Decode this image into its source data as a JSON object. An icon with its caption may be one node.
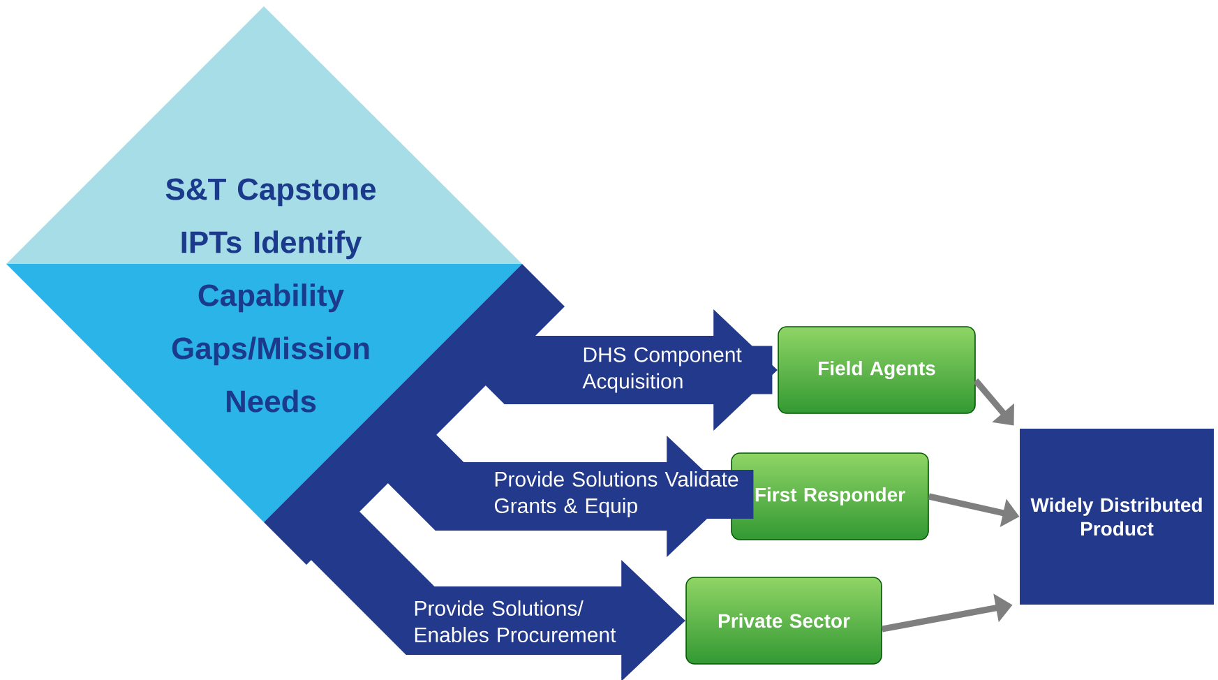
{
  "diagram": {
    "nodes": [
      {
        "text": [
          "S&T Capstone IPTs Identify Capability Gaps/Mission Needs"
        ]
      },
      {
        "text": [
          "Field Agents"
        ]
      },
      {
        "text": [
          "First Responder"
        ]
      },
      {
        "text": [
          "Private Sector"
        ]
      },
      {
        "text": [
          "Widely Distributed Product"
        ]
      }
    ],
    "edges": [
      {
        "from": 0,
        "to": 1,
        "arrow": "to",
        "label": "DHS Component Acquisition",
        "style": "thick"
      },
      {
        "from": 0,
        "to": 2,
        "arrow": "to",
        "label": "Provide Solutions Validate Grants & Equip",
        "style": "thick"
      },
      {
        "from": 0,
        "to": 3,
        "arrow": "to",
        "label": "Provide Solutions/ Enables Procurement",
        "style": "thick"
      },
      {
        "from": 1,
        "to": 4,
        "arrow": "to",
        "color": "#7f7f7f"
      },
      {
        "from": 2,
        "to": 4,
        "arrow": "to",
        "color": "#7f7f7f"
      },
      {
        "from": 3,
        "to": 4,
        "arrow": "to",
        "color": "#7f7f7f"
      }
    ]
  }
}
